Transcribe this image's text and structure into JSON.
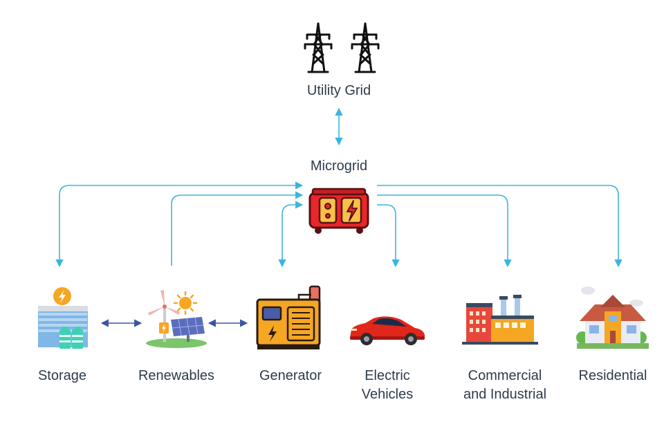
{
  "nodes": {
    "utility_grid": {
      "label": "Utility Grid",
      "icon": "transmission-tower-icon"
    },
    "microgrid": {
      "label": "Microgrid",
      "icon": "microgrid-generator-icon"
    },
    "storage": {
      "label": "Storage",
      "icon": "battery-storage-icon"
    },
    "renewables": {
      "label": "Renewables",
      "icon": "wind-solar-icon"
    },
    "generator": {
      "label": "Generator",
      "icon": "generator-icon"
    },
    "electric_vehicles": {
      "label_line1": "Electric",
      "label_line2": "Vehicles",
      "icon": "electric-car-icon"
    },
    "commercial_industrial": {
      "label_line1": "Commercial",
      "label_line2": "and Industrial",
      "icon": "factory-icon"
    },
    "residential": {
      "label": "Residential",
      "icon": "house-icon"
    }
  },
  "colors": {
    "flow_arrow": "#39b5e0",
    "link_arrow": "#3a55a8",
    "label_text": "#2d3b4a",
    "microgrid_body": "#e8262b",
    "generator_body": "#f5a623"
  }
}
